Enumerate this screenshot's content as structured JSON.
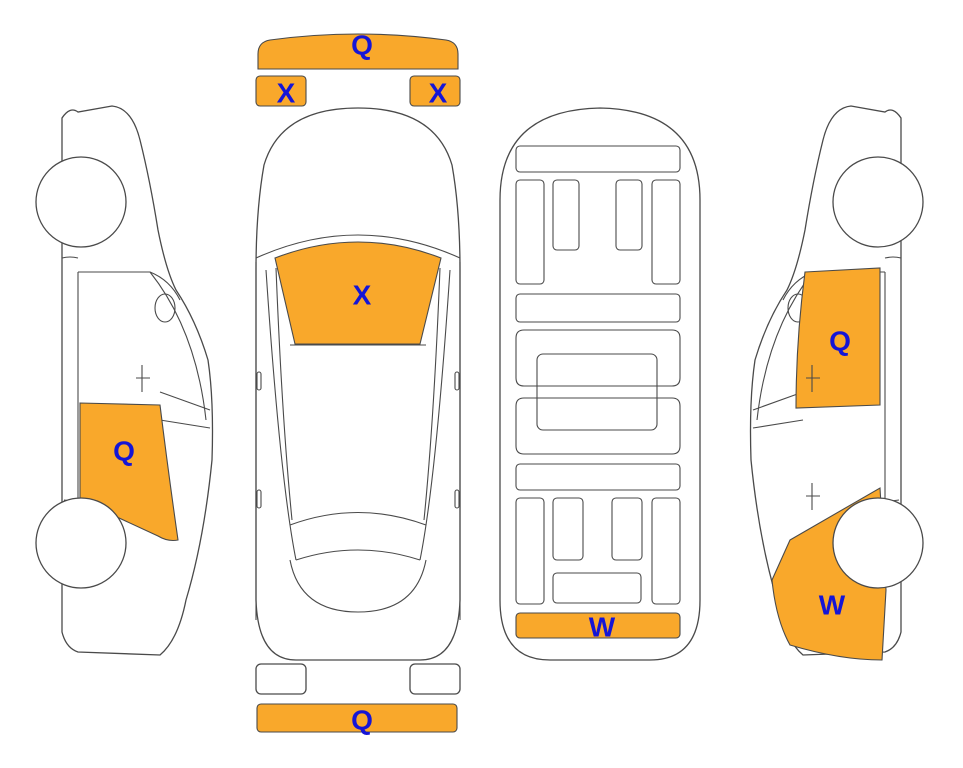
{
  "colors": {
    "damaged": "#F9A82B",
    "undamaged": "#FFFFFF",
    "outline": "#4A4A4A",
    "label": "#1515D6"
  },
  "panels": {
    "front_bumper": "Q",
    "front_left_light": "X",
    "front_right_light": "X",
    "windshield": "X",
    "rear_bumper_bottom": "W",
    "rear_bumper": "Q",
    "left_rear_door": "Q",
    "right_front_door": "Q",
    "right_rear_fender": "W"
  }
}
